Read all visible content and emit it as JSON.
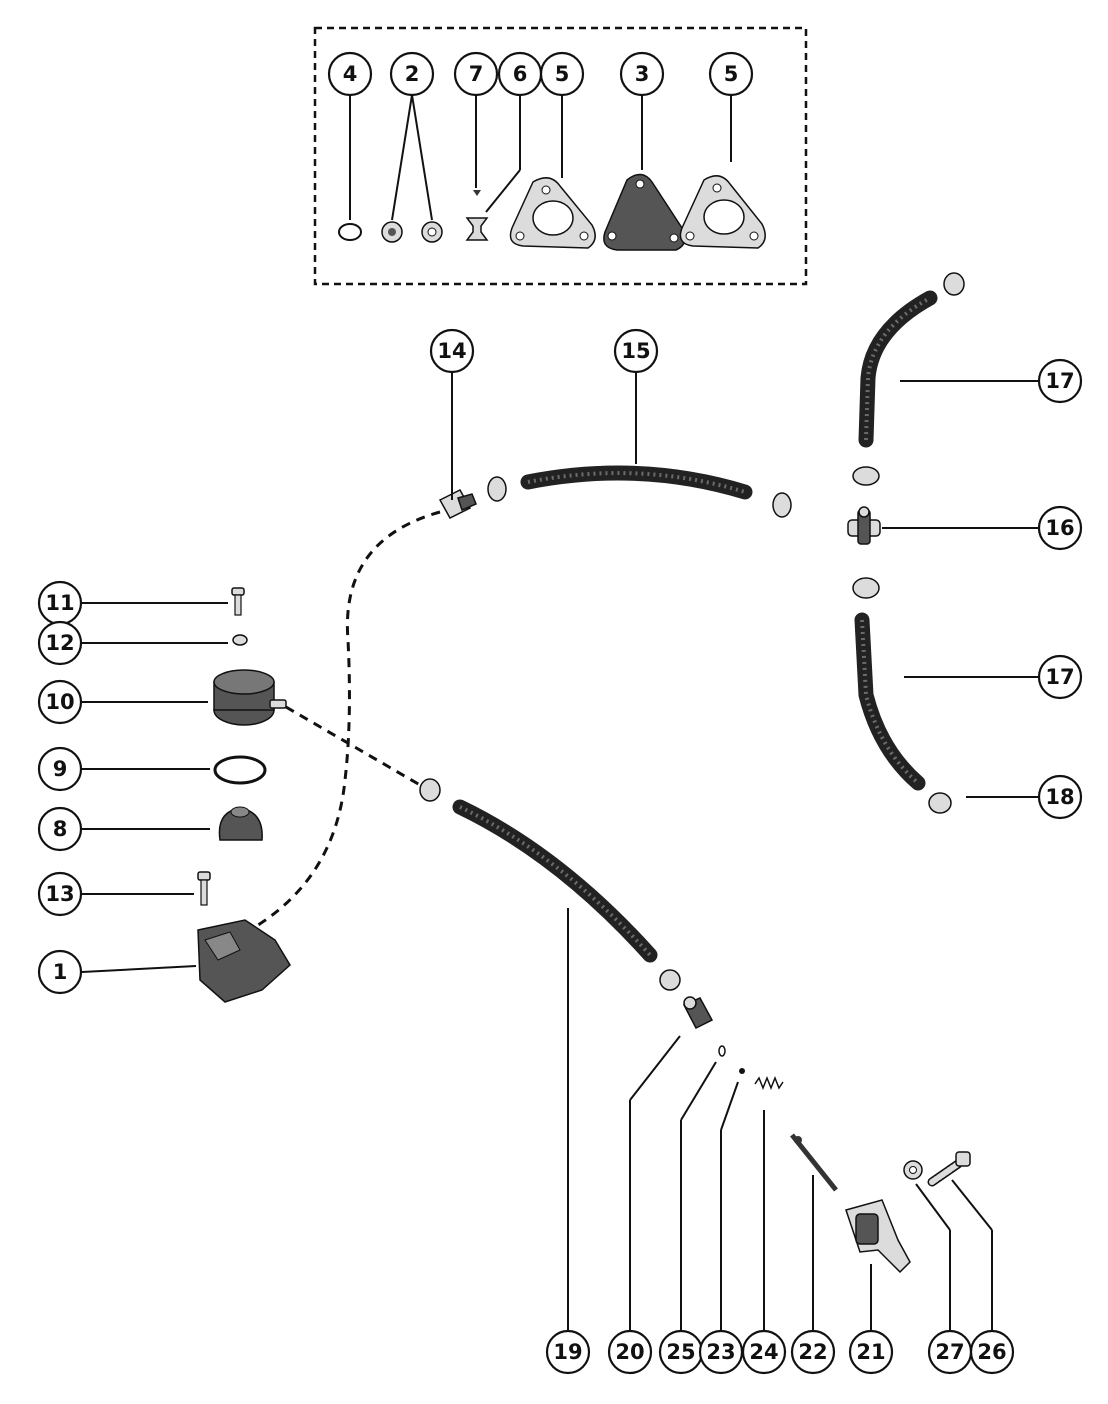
{
  "callouts": {
    "c1": "1",
    "c2": "2",
    "c3": "3",
    "c4": "4",
    "c5a": "5",
    "c5b": "5",
    "c6": "6",
    "c7": "7",
    "c8": "8",
    "c9": "9",
    "c10": "10",
    "c11": "11",
    "c12": "12",
    "c13": "13",
    "c14": "14",
    "c15": "15",
    "c16": "16",
    "c17a": "17",
    "c17b": "17",
    "c18": "18",
    "c19": "19",
    "c20": "20",
    "c21": "21",
    "c22": "22",
    "c23": "23",
    "c24": "24",
    "c25": "25",
    "c26": "26",
    "c27": "27"
  }
}
